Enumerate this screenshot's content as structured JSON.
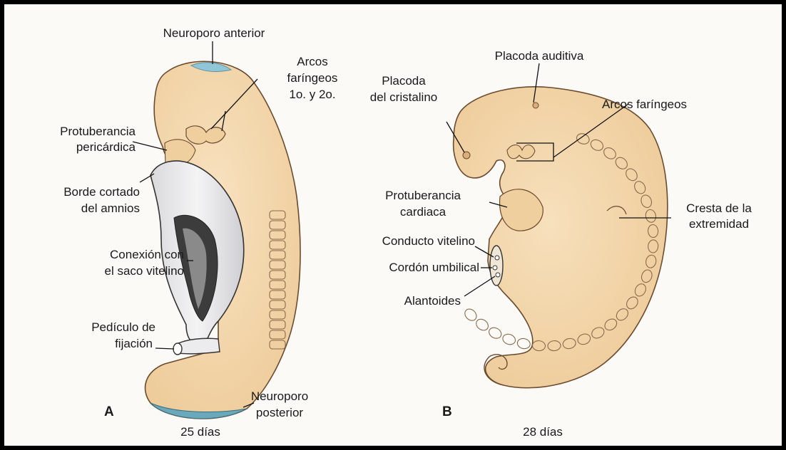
{
  "colors": {
    "embryo_fill": "#f5dcb4",
    "embryo_stroke": "#6b4a2f",
    "amnion_fill": "#eeeeef",
    "neuropore": "#8fc7d8",
    "background": "#fbfaf6",
    "frame": "#000000"
  },
  "panel_a": {
    "letter": "A",
    "age": "25 días",
    "labels": {
      "neuroporo_anterior": "Neuroporo anterior",
      "arcos_1": "Arcos",
      "arcos_2": "faríngeos",
      "arcos_3": "1o. y 2o.",
      "protuberancia_1": "Protuberancia",
      "protuberancia_2": "pericárdica",
      "borde_1": "Borde cortado",
      "borde_2": "del amnios",
      "conexion_1": "Conexión con",
      "conexion_2": "el saco vitelino",
      "pediculo_1": "Pedículo de",
      "pediculo_2": "fijación",
      "neuroporo_post_1": "Neuroporo",
      "neuroporo_post_2": "posterior"
    }
  },
  "panel_b": {
    "letter": "B",
    "age": "28 días",
    "labels": {
      "placoda_auditiva": "Placoda auditiva",
      "placoda_cristalino_1": "Placoda",
      "placoda_cristalino_2": "del cristalino",
      "arcos_faringeos": "Arcos faríngeos",
      "protuberancia_1": "Protuberancia",
      "protuberancia_2": "cardiaca",
      "cresta_1": "Cresta de la",
      "cresta_2": "extremidad",
      "conducto_vitelino": "Conducto vitelino",
      "cordon_umbilical": "Cordón umbilical",
      "alantoides": "Alantoides"
    }
  }
}
